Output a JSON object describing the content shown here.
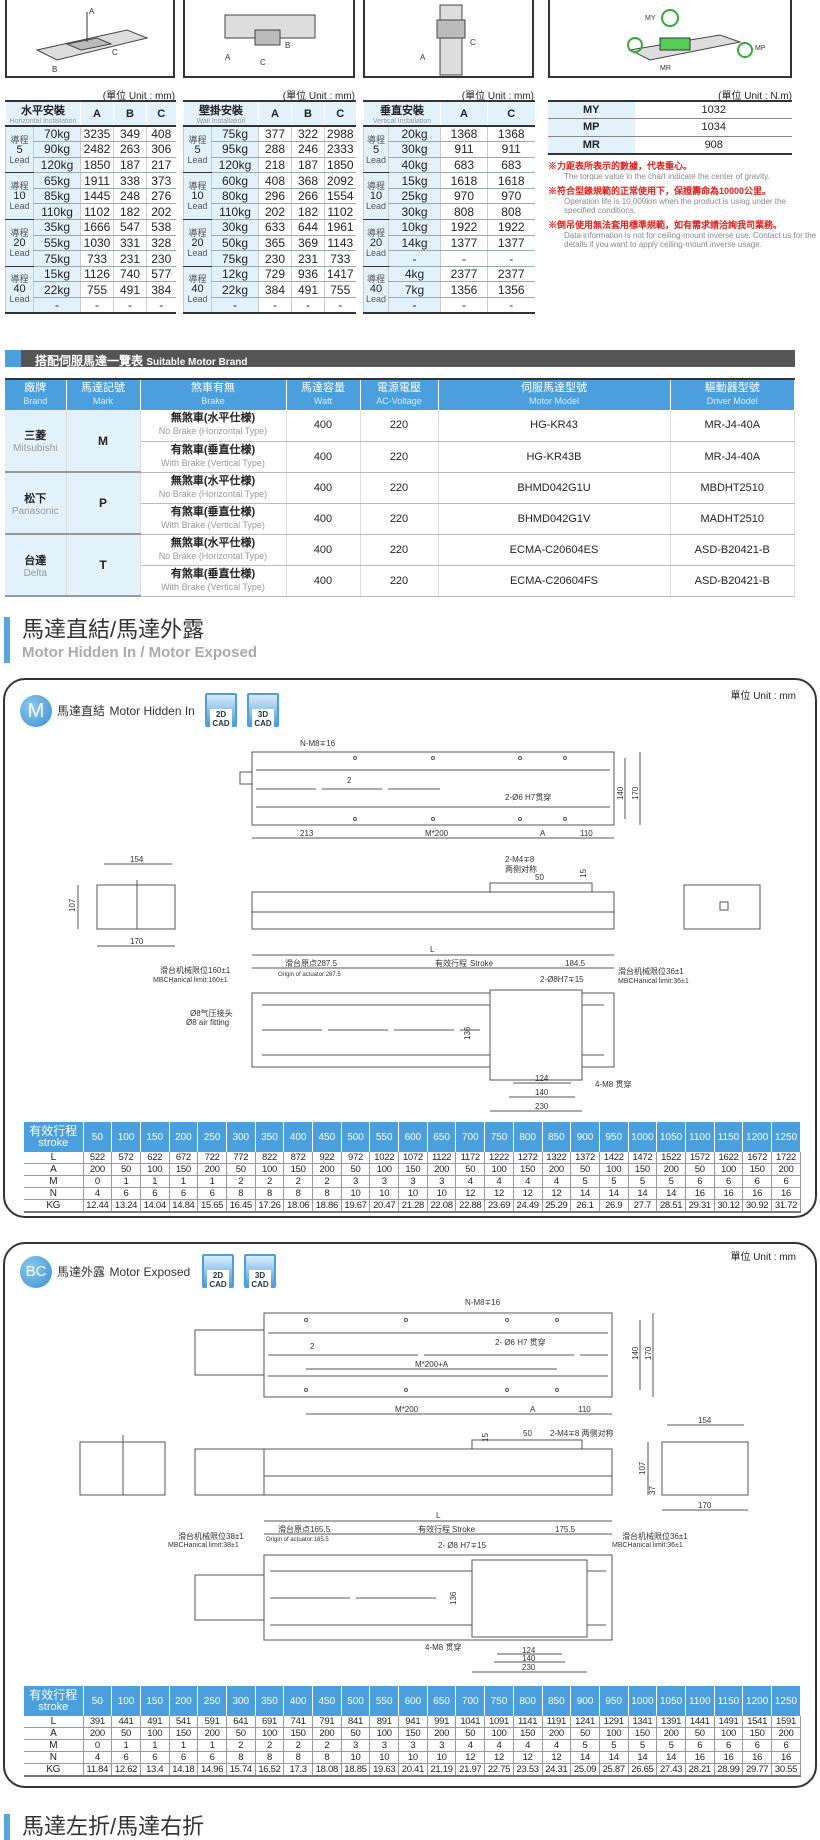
{
  "load_tables": {
    "unit": "(單位 Unit : mm)",
    "tables": [
      {
        "title": "水平安裝",
        "title_en": "Horizontal Installation",
        "cols": [
          "A",
          "B",
          "C"
        ],
        "groups": [
          {
            "lead_zh": "導程",
            "lead": "5",
            "lead_en": "Lead",
            "rows": [
              [
                "70kg",
                "3235",
                "349",
                "408"
              ],
              [
                "90kg",
                "2482",
                "263",
                "306"
              ],
              [
                "120kg",
                "1850",
                "187",
                "217"
              ]
            ]
          },
          {
            "lead_zh": "導程",
            "lead": "10",
            "lead_en": "Lead",
            "rows": [
              [
                "65kg",
                "1911",
                "338",
                "373"
              ],
              [
                "85kg",
                "1445",
                "248",
                "276"
              ],
              [
                "110kg",
                "1102",
                "182",
                "202"
              ]
            ]
          },
          {
            "lead_zh": "導程",
            "lead": "20",
            "lead_en": "Lead",
            "rows": [
              [
                "35kg",
                "1666",
                "547",
                "538"
              ],
              [
                "55kg",
                "1030",
                "331",
                "328"
              ],
              [
                "75kg",
                "733",
                "231",
                "230"
              ]
            ]
          },
          {
            "lead_zh": "導程",
            "lead": "40",
            "lead_en": "Lead",
            "rows": [
              [
                "15kg",
                "1126",
                "740",
                "577"
              ],
              [
                "22kg",
                "755",
                "491",
                "384"
              ],
              [
                "-",
                "-",
                "-",
                "-"
              ]
            ]
          }
        ]
      },
      {
        "title": "壁掛安裝",
        "title_en": "Wall Installation",
        "cols": [
          "A",
          "B",
          "C"
        ],
        "groups": [
          {
            "lead_zh": "導程",
            "lead": "5",
            "lead_en": "Lead",
            "rows": [
              [
                "75kg",
                "377",
                "322",
                "2988"
              ],
              [
                "95kg",
                "288",
                "246",
                "2333"
              ],
              [
                "120kg",
                "218",
                "187",
                "1850"
              ]
            ]
          },
          {
            "lead_zh": "導程",
            "lead": "10",
            "lead_en": "Lead",
            "rows": [
              [
                "60kg",
                "408",
                "368",
                "2092"
              ],
              [
                "80kg",
                "296",
                "266",
                "1554"
              ],
              [
                "110kg",
                "202",
                "182",
                "1102"
              ]
            ]
          },
          {
            "lead_zh": "導程",
            "lead": "20",
            "lead_en": "Lead",
            "rows": [
              [
                "30kg",
                "633",
                "644",
                "1961"
              ],
              [
                "50kg",
                "365",
                "369",
                "1143"
              ],
              [
                "75kg",
                "230",
                "231",
                "733"
              ]
            ]
          },
          {
            "lead_zh": "導程",
            "lead": "40",
            "lead_en": "Lead",
            "rows": [
              [
                "12kg",
                "729",
                "936",
                "1417"
              ],
              [
                "22kg",
                "384",
                "491",
                "755"
              ],
              [
                "-",
                "-",
                "-",
                "-"
              ]
            ]
          }
        ]
      },
      {
        "title": "垂直安裝",
        "title_en": "Vertical Installation",
        "cols": [
          "A",
          "C"
        ],
        "groups": [
          {
            "lead_zh": "導程",
            "lead": "5",
            "lead_en": "Lead",
            "rows": [
              [
                "20kg",
                "1368",
                "1368"
              ],
              [
                "30kg",
                "911",
                "911"
              ],
              [
                "40kg",
                "683",
                "683"
              ]
            ]
          },
          {
            "lead_zh": "導程",
            "lead": "10",
            "lead_en": "Lead",
            "rows": [
              [
                "15kg",
                "1618",
                "1618"
              ],
              [
                "25kg",
                "970",
                "970"
              ],
              [
                "30kg",
                "808",
                "808"
              ]
            ]
          },
          {
            "lead_zh": "導程",
            "lead": "20",
            "lead_en": "Lead",
            "rows": [
              [
                "10kg",
                "1922",
                "1922"
              ],
              [
                "14kg",
                "1377",
                "1377"
              ],
              [
                "-",
                "-",
                "-"
              ]
            ]
          },
          {
            "lead_zh": "導程",
            "lead": "40",
            "lead_en": "Lead",
            "rows": [
              [
                "4kg",
                "2377",
                "2377"
              ],
              [
                "7kg",
                "1356",
                "1356"
              ],
              [
                "-",
                "-",
                "-"
              ]
            ]
          }
        ]
      }
    ]
  },
  "torque": {
    "unit": "(單位 Unit : N.m)",
    "icon_labels": [
      "MY",
      "MP",
      "MR"
    ],
    "rows": [
      [
        "MY",
        "1032"
      ],
      [
        "MP",
        "1034"
      ],
      [
        "MR",
        "908"
      ]
    ],
    "notes": [
      {
        "zh": "※力距表所表示的數據，代表重心。",
        "en": "The torque value in the chart indicate the center of gravity."
      },
      {
        "zh": "※符合型錄規範的正常使用下，保證壽命為10000公里。",
        "en": "Operation life is 10,000km when the product is using under the specified conditions."
      },
      {
        "zh": "※倒吊使用無法套用標準規範，如有需求請洽詢我司業務。",
        "en": "Data information is not for ceiling-mount inverse use. Contact us for the details if you want to apply ceiling-mount inverse usage."
      }
    ]
  },
  "icon_letters": [
    "A",
    "B",
    "C"
  ],
  "motor": {
    "bar_title": "搭配伺服馬達一覽表",
    "bar_title_en": "Suitable Motor Brand",
    "headers": [
      [
        "廠牌",
        "Brand"
      ],
      [
        "馬達記號",
        "Mark"
      ],
      [
        "煞車有無",
        "Brake"
      ],
      [
        "馬達容量",
        "Watt"
      ],
      [
        "電源電壓",
        "AC-Voltage"
      ],
      [
        "伺服馬達型號",
        "Motor Model"
      ],
      [
        "驅動器型號",
        "Driver Model"
      ]
    ],
    "brands": [
      {
        "zh": "三菱",
        "en": "Mitsubishi",
        "mark": "M",
        "rows": [
          {
            "brake": "無煞車(水平仕様)",
            "brake_en": "No Brake (Horizontal Type)",
            "watt": "400",
            "volt": "220",
            "motor": "HG-KR43",
            "driver": "MR-J4-40A"
          },
          {
            "brake": "有煞車(垂直仕様)",
            "brake_en": "With Brake (Vertical Type)",
            "watt": "400",
            "volt": "220",
            "motor": "HG-KR43B",
            "driver": "MR-J4-40A"
          }
        ]
      },
      {
        "zh": "松下",
        "en": "Panasonic",
        "mark": "P",
        "rows": [
          {
            "brake": "無煞車(水平仕様)",
            "brake_en": "No Brake (Horizontal Type)",
            "watt": "400",
            "volt": "220",
            "motor": "BHMD042G1U",
            "driver": "MBDHT2510"
          },
          {
            "brake": "有煞車(垂直仕様)",
            "brake_en": "With Brake (Vertical Type)",
            "watt": "400",
            "volt": "220",
            "motor": "BHMD042G1V",
            "driver": "MADHT2510"
          }
        ]
      },
      {
        "zh": "台達",
        "en": "Delta",
        "mark": "T",
        "rows": [
          {
            "brake": "無煞車(水平仕様)",
            "brake_en": "No Brake (Horizontal Type)",
            "watt": "400",
            "volt": "220",
            "motor": "ECMA-C20604ES",
            "driver": "ASD-B20421-B"
          },
          {
            "brake": "有煞車(垂直仕様)",
            "brake_en": "With Brake (Vertical Type)",
            "watt": "400",
            "volt": "220",
            "motor": "ECMA-C20604FS",
            "driver": "ASD-B20421-B"
          }
        ]
      }
    ]
  },
  "section": {
    "zh": "馬達直結/馬達外露",
    "en": "Motor Hidden In / Motor Exposed"
  },
  "next_section": {
    "zh": "馬達左折/馬達右折"
  },
  "boxes": [
    {
      "badge": "M",
      "title": "馬達直結",
      "title_en": "Motor Hidden In",
      "cad2": [
        "2D",
        "CAD"
      ],
      "cad3": [
        "3D",
        "CAD"
      ],
      "unit": "單位 Unit : mm",
      "labels": {
        "n_m8": "N-M8∓16",
        "two": "2",
        "h7": "2-Ø6 H7贯穿",
        "d213": "213",
        "m200": "M*200",
        "a": "A",
        "d110": "110",
        "d140": "140",
        "d170": "170",
        "d154": "154",
        "d107": "107",
        "d170b": "170",
        "m4": "2-M4∓8",
        "sym": "两侧对称",
        "d50": "50",
        "d15": "15",
        "L": "L",
        "origin": "滑台原点287.5",
        "origin_en": "Origin of actuator:287.5",
        "stroke": "有效行程",
        "stroke_en": "Stroke",
        "d184": "184.5",
        "lim_l": "滑台机械限位160±1",
        "lim_l_en": "MBCHanical limit:160±1",
        "lim_r": "滑台机械限位36±1",
        "lim_r_en": "MBCHanical limit:36±1",
        "h7_15": "2-Ø8H7∓15",
        "air": "Ø8气压接头",
        "air_en": "Ø8 air fitting",
        "d136": "136",
        "m8": "4-M8 贯穿",
        "d124": "124",
        "d140b": "140",
        "d230": "230"
      },
      "stroke_table": {
        "label": "有效行程",
        "label_en": "stroke",
        "strokes": [
          "50",
          "100",
          "150",
          "200",
          "250",
          "300",
          "350",
          "400",
          "450",
          "500",
          "550",
          "600",
          "650",
          "700",
          "750",
          "800",
          "850",
          "900",
          "950",
          "1000",
          "1050",
          "1100",
          "1150",
          "1200",
          "1250"
        ],
        "rows": [
          {
            "name": "L",
            "values": [
              "522",
              "572",
              "622",
              "672",
              "722",
              "772",
              "822",
              "872",
              "922",
              "972",
              "1022",
              "1072",
              "1122",
              "1172",
              "1222",
              "1272",
              "1322",
              "1372",
              "1422",
              "1472",
              "1522",
              "1572",
              "1622",
              "1672",
              "1722"
            ]
          },
          {
            "name": "A",
            "values": [
              "200",
              "50",
              "100",
              "150",
              "200",
              "50",
              "100",
              "150",
              "200",
              "50",
              "100",
              "150",
              "200",
              "50",
              "100",
              "150",
              "200",
              "50",
              "100",
              "150",
              "200",
              "50",
              "100",
              "150",
              "200"
            ]
          },
          {
            "name": "M",
            "values": [
              "0",
              "1",
              "1",
              "1",
              "1",
              "2",
              "2",
              "2",
              "2",
              "3",
              "3",
              "3",
              "3",
              "4",
              "4",
              "4",
              "4",
              "5",
              "5",
              "5",
              "5",
              "6",
              "6",
              "6",
              "6"
            ]
          },
          {
            "name": "N",
            "values": [
              "4",
              "6",
              "6",
              "6",
              "6",
              "8",
              "8",
              "8",
              "8",
              "10",
              "10",
              "10",
              "10",
              "12",
              "12",
              "12",
              "12",
              "14",
              "14",
              "14",
              "14",
              "16",
              "16",
              "16",
              "16"
            ]
          },
          {
            "name": "KG",
            "values": [
              "12.44",
              "13.24",
              "14.04",
              "14.84",
              "15.65",
              "16.45",
              "17.26",
              "18.06",
              "18.86",
              "19.67",
              "20.47",
              "21.28",
              "22.08",
              "22.88",
              "23.69",
              "24.49",
              "25.29",
              "26.1",
              "26.9",
              "27.7",
              "28.51",
              "29.31",
              "30.12",
              "30.92",
              "31.72"
            ]
          }
        ]
      }
    },
    {
      "badge": "BC",
      "title": "馬達外露",
      "title_en": "Motor Exposed",
      "cad2": [
        "2D",
        "CAD"
      ],
      "cad3": [
        "3D",
        "CAD"
      ],
      "unit": "單位 Unit : mm",
      "labels": {
        "n_m8": "N-M8∓16",
        "two": "2",
        "h7": "2- Ø6 H7 贯穿",
        "m200a": "M*200+A",
        "m200": "M*200",
        "a": "A",
        "d110": "110",
        "d140": "140",
        "d170": "170",
        "d154": "154",
        "d107": "107",
        "d37": "37",
        "d170b": "170",
        "m4": "2-M4∓8 两侧对称",
        "d50": "50",
        "d15": "15",
        "L": "L",
        "origin": "滑台原点165.5",
        "origin_en": "Origin of actuator:165.5",
        "stroke": "有效行程",
        "stroke_en": "Stroke",
        "d175": "175.5",
        "lim_l": "滑台机械限位38±1",
        "lim_l_en": "MBCHanical limit:38±1",
        "lim_r": "滑台机械限位36±1",
        "lim_r_en": "MBCHanical limit:36±1",
        "h7_15": "2- Ø8 H7∓15",
        "d136": "136",
        "m8": "4-M8 贯穿",
        "d124": "124",
        "d140b": "140",
        "d230": "230"
      },
      "stroke_table": {
        "label": "有效行程",
        "label_en": "stroke",
        "strokes": [
          "50",
          "100",
          "150",
          "200",
          "250",
          "300",
          "350",
          "400",
          "450",
          "500",
          "550",
          "600",
          "650",
          "700",
          "750",
          "800",
          "850",
          "900",
          "950",
          "1000",
          "1050",
          "1100",
          "1150",
          "1200",
          "1250"
        ],
        "rows": [
          {
            "name": "L",
            "values": [
              "391",
              "441",
              "491",
              "541",
              "591",
              "641",
              "691",
              "741",
              "791",
              "841",
              "891",
              "941",
              "991",
              "1041",
              "1091",
              "1141",
              "1191",
              "1241",
              "1291",
              "1341",
              "1391",
              "1441",
              "1491",
              "1541",
              "1591"
            ]
          },
          {
            "name": "A",
            "values": [
              "200",
              "50",
              "100",
              "150",
              "200",
              "50",
              "100",
              "150",
              "200",
              "50",
              "100",
              "150",
              "200",
              "50",
              "100",
              "150",
              "200",
              "50",
              "100",
              "150",
              "200",
              "50",
              "100",
              "150",
              "200"
            ]
          },
          {
            "name": "M",
            "values": [
              "0",
              "1",
              "1",
              "1",
              "1",
              "2",
              "2",
              "2",
              "2",
              "3",
              "3",
              "3",
              "3",
              "4",
              "4",
              "4",
              "4",
              "5",
              "5",
              "5",
              "5",
              "6",
              "6",
              "6",
              "6"
            ]
          },
          {
            "name": "N",
            "values": [
              "4",
              "6",
              "6",
              "6",
              "6",
              "8",
              "8",
              "8",
              "8",
              "10",
              "10",
              "10",
              "10",
              "12",
              "12",
              "12",
              "12",
              "14",
              "14",
              "14",
              "14",
              "16",
              "16",
              "16",
              "16"
            ]
          },
          {
            "name": "KG",
            "values": [
              "11.84",
              "12.62",
              "13.4",
              "14.18",
              "14.96",
              "15.74",
              "16.52",
              "17.3",
              "18.08",
              "18.85",
              "19.63",
              "20.41",
              "21.19",
              "21.97",
              "22.75",
              "23.53",
              "24.31",
              "25.09",
              "25.87",
              "26.65",
              "27.43",
              "28.21",
              "28.99",
              "29.77",
              "30.55"
            ]
          }
        ]
      }
    }
  ]
}
